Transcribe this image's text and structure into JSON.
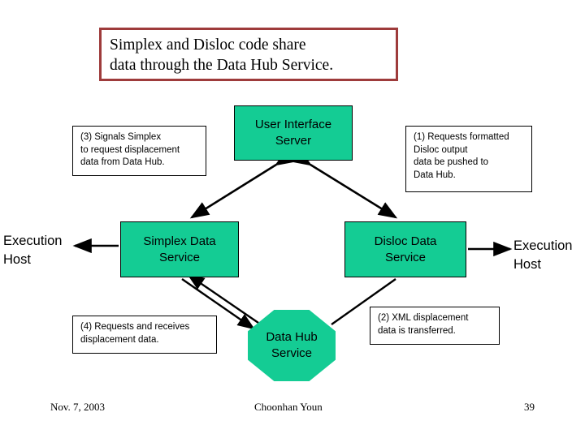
{
  "slide": {
    "title": {
      "lines": [
        "Simplex and Disloc code share",
        "data through the Data Hub Service."
      ],
      "border_color": "#9e3b3b"
    },
    "node_fill_color": "#14cc94",
    "nodes": [
      {
        "id": "user-interface-server",
        "lines": [
          "User Interface",
          "Server"
        ],
        "shape": "rectangle"
      },
      {
        "id": "simplex-data-service",
        "lines": [
          "Simplex Data",
          "Service"
        ],
        "shape": "rectangle"
      },
      {
        "id": "disloc-data-service",
        "lines": [
          "Disloc Data",
          "Service"
        ],
        "shape": "rectangle"
      },
      {
        "id": "data-hub-service",
        "lines": [
          "Data Hub",
          "Service"
        ],
        "shape": "octagon"
      }
    ],
    "callouts": [
      {
        "id": "callout-3",
        "lines": [
          "(3) Signals Simplex",
          "to request displacement",
          "data from Data Hub."
        ]
      },
      {
        "id": "callout-1",
        "lines": [
          "(1) Requests formatted",
          "Disloc output",
          "data be pushed to",
          "Data Hub."
        ]
      },
      {
        "id": "callout-4",
        "lines": [
          "(4) Requests and receives",
          "displacement data."
        ]
      },
      {
        "id": "callout-2",
        "lines": [
          "(2) XML displacement",
          "data is transferred."
        ]
      }
    ],
    "host_labels": [
      {
        "id": "execution-host-left",
        "lines": [
          "Execution",
          "Host"
        ]
      },
      {
        "id": "execution-host-right",
        "lines": [
          "Execution",
          "Host"
        ]
      }
    ],
    "footer": {
      "date": "Nov. 7, 2003",
      "author": "Choonhan Youn",
      "page": "39"
    }
  }
}
